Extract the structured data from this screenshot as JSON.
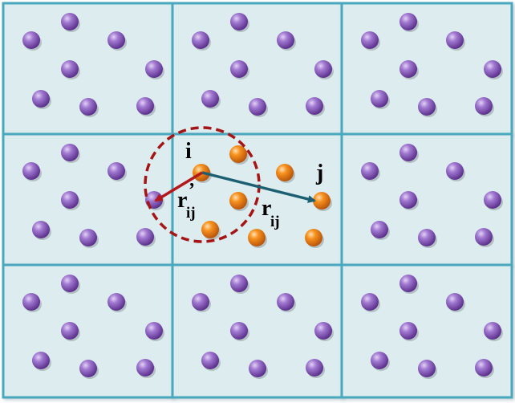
{
  "labels": {
    "i": "i",
    "j": "j",
    "r": "r",
    "sub": "ij",
    "prime": "’"
  },
  "colors": {
    "cell_fill": "#dcecef",
    "cell_border": "#4aa8be",
    "particle_image": "#8a5bbf",
    "particle_central": "#f07f14",
    "cutoff_circle": "#a51515",
    "arrow_image_vector": "#b3181a",
    "arrow_direct_vector": "#1b5f70"
  },
  "icons": {
    "cell": "periodic-image-cell",
    "particle": "sphere-particle",
    "cutoff": "dashed-cutoff-circle"
  }
}
